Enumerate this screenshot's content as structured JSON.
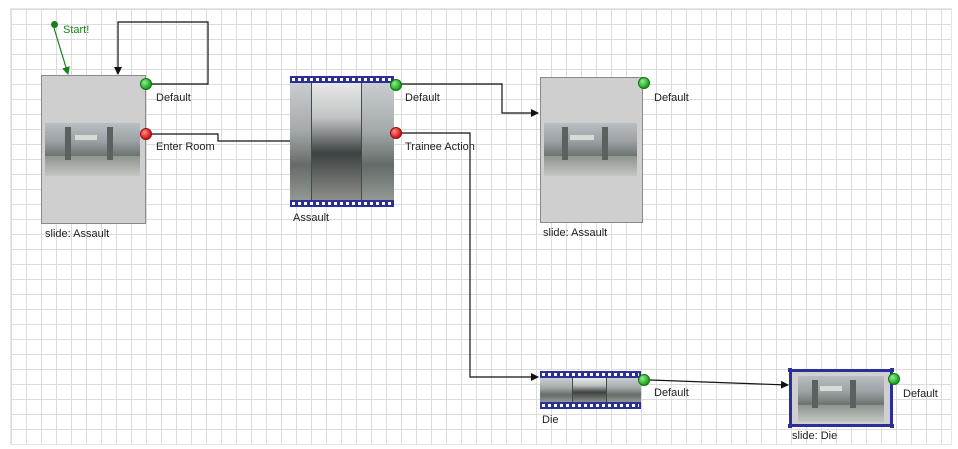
{
  "start": {
    "label": "Start!",
    "color": "#1b7d1b"
  },
  "nodes": {
    "slide_assault_1": {
      "label": "slide: Assault",
      "ports": [
        "Default",
        "Enter Room"
      ]
    },
    "video_assault": {
      "label": "Assault",
      "ports": [
        "Default",
        "Trainee Action"
      ]
    },
    "slide_assault_2": {
      "label": "slide: Assault",
      "ports": [
        "Default"
      ]
    },
    "video_die": {
      "label": "Die",
      "ports": [
        "Default"
      ]
    },
    "slide_die": {
      "label": "slide: Die",
      "ports": [
        "Default"
      ]
    }
  },
  "colors": {
    "grid": "#dcdcdc",
    "port_default": "#19a419",
    "port_action": "#d41414",
    "film_border": "#2a2f9a",
    "wire": "#111111"
  }
}
